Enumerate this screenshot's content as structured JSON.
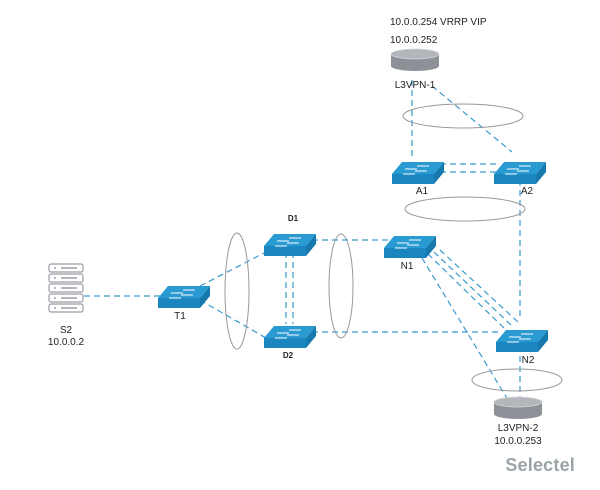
{
  "diagram": {
    "title": "",
    "colors": {
      "link": "#3a9ad0",
      "switch_top": "#2a9ad2",
      "switch_front": "#1a86bf",
      "storage": "#9a9ea4",
      "ellipse": "#999999"
    },
    "nodes": {
      "l3vpn1": {
        "name": "L3VPN-1",
        "ip_lines": [
          "10.0.0.254 VRRP VIP",
          "10.0.0.252"
        ],
        "type": "storage"
      },
      "a1": {
        "name": "A1",
        "type": "switch"
      },
      "a2": {
        "name": "A2",
        "type": "switch"
      },
      "d1": {
        "name": "D1",
        "type": "switch"
      },
      "d2": {
        "name": "D2",
        "type": "switch"
      },
      "n1": {
        "name": "N1",
        "type": "switch"
      },
      "n2": {
        "name": "N2",
        "type": "switch"
      },
      "t1": {
        "name": "T1",
        "type": "switch"
      },
      "s2": {
        "name": "S2",
        "ip": "10.0.0.2",
        "type": "server"
      },
      "l3vpn2": {
        "name": "L3VPN-2",
        "ip": "10.0.0.253",
        "type": "storage"
      }
    },
    "links": [
      [
        "s2",
        "t1"
      ],
      [
        "t1",
        "d1"
      ],
      [
        "t1",
        "d2"
      ],
      [
        "d1",
        "d2"
      ],
      [
        "d1",
        "d2"
      ],
      [
        "d1",
        "n1"
      ],
      [
        "d2",
        "n2"
      ],
      [
        "n1",
        "a1"
      ],
      [
        "a1",
        "a2"
      ],
      [
        "a1",
        "a2"
      ],
      [
        "a1",
        "l3vpn1"
      ],
      [
        "a2",
        "l3vpn1"
      ],
      [
        "a2",
        "n2"
      ],
      [
        "n1",
        "n2"
      ],
      [
        "n1",
        "n2"
      ],
      [
        "n1",
        "n2"
      ],
      [
        "n1",
        "l3vpn2"
      ],
      [
        "n2",
        "l3vpn2"
      ]
    ],
    "brand": "Selectel"
  }
}
